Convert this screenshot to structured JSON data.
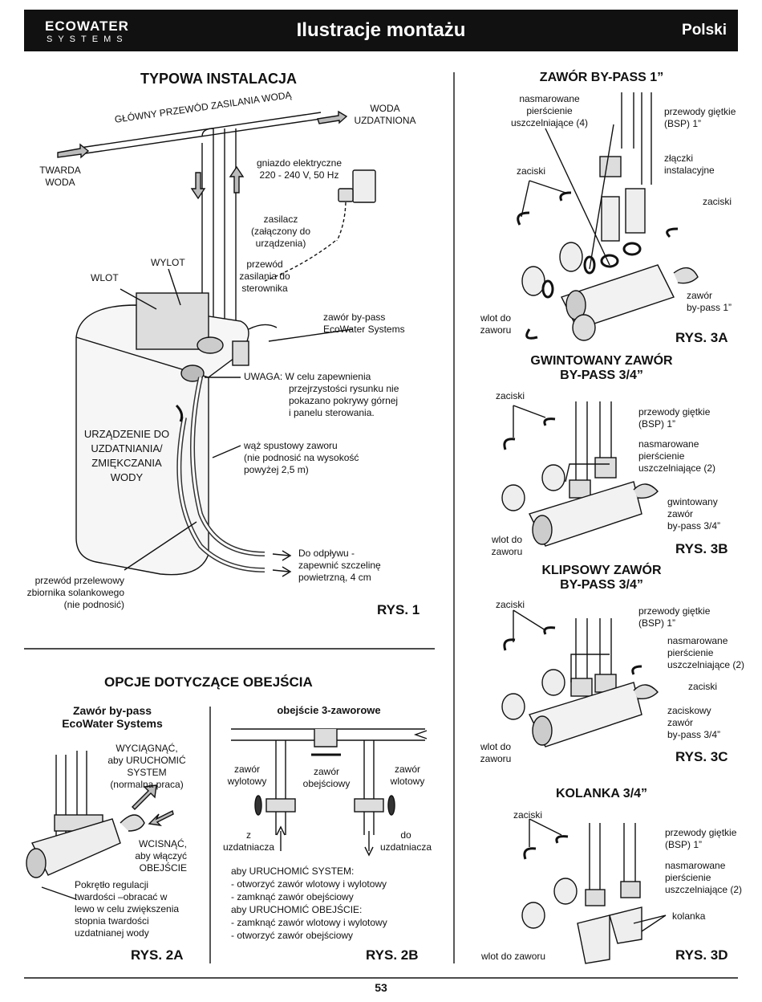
{
  "header": {
    "logo_line1": "ECOWATER",
    "logo_line2": "SYSTEMS",
    "title": "Ilustracje montażu",
    "language": "Polski"
  },
  "rys1": {
    "title": "TYPOWA INSTALACJA",
    "main_supply": "GŁÓWNY PRZEWÓD ZASILANIA WODĄ",
    "treated_water": [
      "WODA",
      "UZDATNIONA"
    ],
    "hard_water": [
      "TWARDA",
      "WODA"
    ],
    "socket": [
      "gniazdo elektryczne",
      "220 - 240 V, 50 Hz"
    ],
    "power_supply": [
      "zasilacz",
      "(załączony do",
      "urządzenia)"
    ],
    "controller_cable": [
      "przewód",
      "zasilania do",
      "sterownika"
    ],
    "outlet": "WYLOT",
    "inlet": "WLOT",
    "bypass_valve": [
      "zawór by-pass",
      "EcoWater Systems"
    ],
    "note": [
      "UWAGA: W celu zapewnienia",
      "przejrzystości rysunku nie",
      "pokazano pokrywy górnej",
      "i panelu sterowania."
    ],
    "device": [
      "URZĄDZENIE DO",
      "UZDATNIANIA/",
      "ZMIĘKCZANIA",
      "WODY"
    ],
    "drain_hose": [
      "wąż spustowy zaworu",
      "(nie podnosić na wysokość",
      "powyżej 2,5 m)"
    ],
    "to_drain": [
      "Do odpływu -",
      "zapewnić szczelinę",
      "powietrzną, 4 cm"
    ],
    "overflow": [
      "przewód przelewowy",
      "zbiornika solankowego",
      "(nie podnosić)"
    ],
    "label": "RYS. 1"
  },
  "bypass_options": {
    "title": "OPCJE DOTYCZĄCE OBEJŚCIA",
    "rys2a": {
      "title": [
        "Zawór by-pass",
        "EcoWater Systems"
      ],
      "pull": [
        "WYCIĄGNĄĆ,",
        "aby URUCHOMIĆ",
        "SYSTEM",
        "(normalna praca)"
      ],
      "push": [
        "WCISNĄĆ,",
        "aby włączyć",
        "OBEJŚCIE"
      ],
      "knob": [
        "Pokrętło regulacji",
        "twardości –obracać w",
        "lewo w celu zwiększenia",
        "stopnia twardości",
        "uzdatnianej wody"
      ],
      "label": "RYS. 2A"
    },
    "rys2b": {
      "title": "obejście 3-zaworowe",
      "outlet_valve_left": [
        "zawór",
        "wylotowy"
      ],
      "bypass_valve": [
        "zawór",
        "obejściowy"
      ],
      "outlet_valve_right": [
        "zawór",
        "wlotowy"
      ],
      "from_treat": [
        "z",
        "uzdatniacza"
      ],
      "to_treat": [
        "do",
        "uzdatniacza"
      ],
      "instructions": [
        "aby URUCHOMIĆ SYSTEM:",
        "- otworzyć zawór wlotowy i wylotowy",
        "- zamknąć zawór obejściowy",
        "aby URUCHOMIĆ OBEJŚCIE:",
        "- zamknąć zawór wlotowy i wylotowy",
        "- otworzyć zawór obejściowy"
      ],
      "label": "RYS. 2B"
    }
  },
  "rys3a": {
    "title": "ZAWÓR BY-PASS 1”",
    "orings": [
      "nasmarowane",
      "pierścienie",
      "uszczelniające (4)"
    ],
    "hoses": [
      "przewody giętkie",
      "(BSP) 1”"
    ],
    "fittings": [
      "złączki",
      "instalacyjne"
    ],
    "clips_left": "zaciski",
    "clips_right": "zaciski",
    "inlet": [
      "wlot do",
      "zaworu"
    ],
    "valve": [
      "zawór",
      "by-pass 1”"
    ],
    "label": "RYS. 3A"
  },
  "rys3b": {
    "title": [
      "GWINTOWANY ZAWÓR",
      "BY-PASS 3/4”"
    ],
    "clips": "zaciski",
    "hoses": [
      "przewody giętkie",
      "(BSP) 1”"
    ],
    "orings": [
      "nasmarowane",
      "pierścienie",
      "uszczelniające (2)"
    ],
    "valve": [
      "gwintowany",
      "zawór",
      "by-pass 3/4”"
    ],
    "inlet": [
      "wlot do",
      "zaworu"
    ],
    "label": "RYS. 3B"
  },
  "rys3c": {
    "title": [
      "KLIPSOWY ZAWÓR",
      "BY-PASS 3/4”"
    ],
    "clips": "zaciski",
    "hoses": [
      "przewody giętkie",
      "(BSP) 1”"
    ],
    "orings": [
      "nasmarowane",
      "pierścienie",
      "uszczelniające (2)"
    ],
    "clips_right": "zaciski",
    "valve": [
      "zaciskowy",
      "zawór",
      "by-pass 3/4”"
    ],
    "inlet": [
      "wlot do",
      "zaworu"
    ],
    "label": "RYS. 3C"
  },
  "rys3d": {
    "title": "KOLANKA 3/4”",
    "clips": "zaciski",
    "hoses": [
      "przewody giętkie",
      "(BSP) 1”"
    ],
    "orings": [
      "nasmarowane",
      "pierścienie",
      "uszczelniające (2)"
    ],
    "elbows": "kolanka",
    "inlet": "wlot do zaworu",
    "label": "RYS. 3D"
  },
  "footer": {
    "page": "53"
  }
}
